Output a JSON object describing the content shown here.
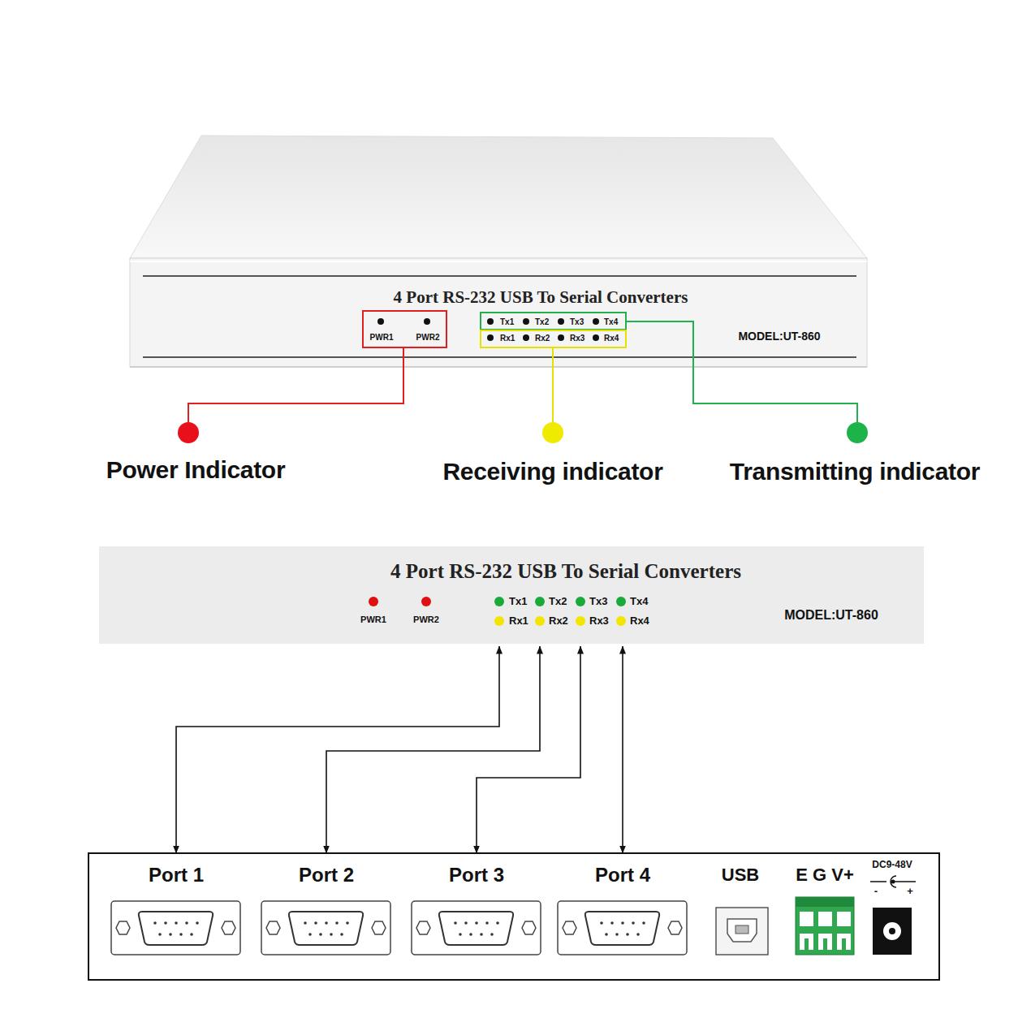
{
  "diagram": {
    "nodes": [
      {
        "text": [
          "4 Port RS-232 USB To Serial Converters",
          "PWR1",
          "PWR2",
          "Tx1",
          "Tx2",
          "Tx3",
          "Tx4",
          "Rx1",
          "Rx2",
          "Rx3",
          "Rx4",
          "MODEL:UT-860"
        ]
      },
      {
        "text": [
          "4 Port RS-232 USB To Serial Converters",
          "PWR1",
          "PWR2",
          "Tx1",
          "Tx2",
          "Tx3",
          "Tx4",
          "Rx1",
          "Rx2",
          "Rx3",
          "Rx4",
          "MODEL:UT-860"
        ]
      },
      {
        "text": [
          "USB",
          "E G V+",
          "DC9-48V",
          "-",
          "+"
        ]
      },
      {
        "text": [
          "Port 1"
        ],
        "in": 2
      },
      {
        "text": [
          "Port 2"
        ],
        "in": 2
      },
      {
        "text": [
          "Port 3"
        ],
        "in": 2
      },
      {
        "text": [
          "Port 4"
        ],
        "in": 2
      }
    ],
    "edges": [
      {
        "from": 1,
        "to": 3,
        "arrow": "both"
      },
      {
        "from": 1,
        "to": 4,
        "arrow": "both"
      },
      {
        "from": 1,
        "to": 5,
        "arrow": "both"
      },
      {
        "from": 1,
        "to": 6,
        "arrow": "both"
      }
    ],
    "labels": [
      "Power Indicator",
      "Receiving indicator",
      "Transmitting indicator"
    ]
  }
}
